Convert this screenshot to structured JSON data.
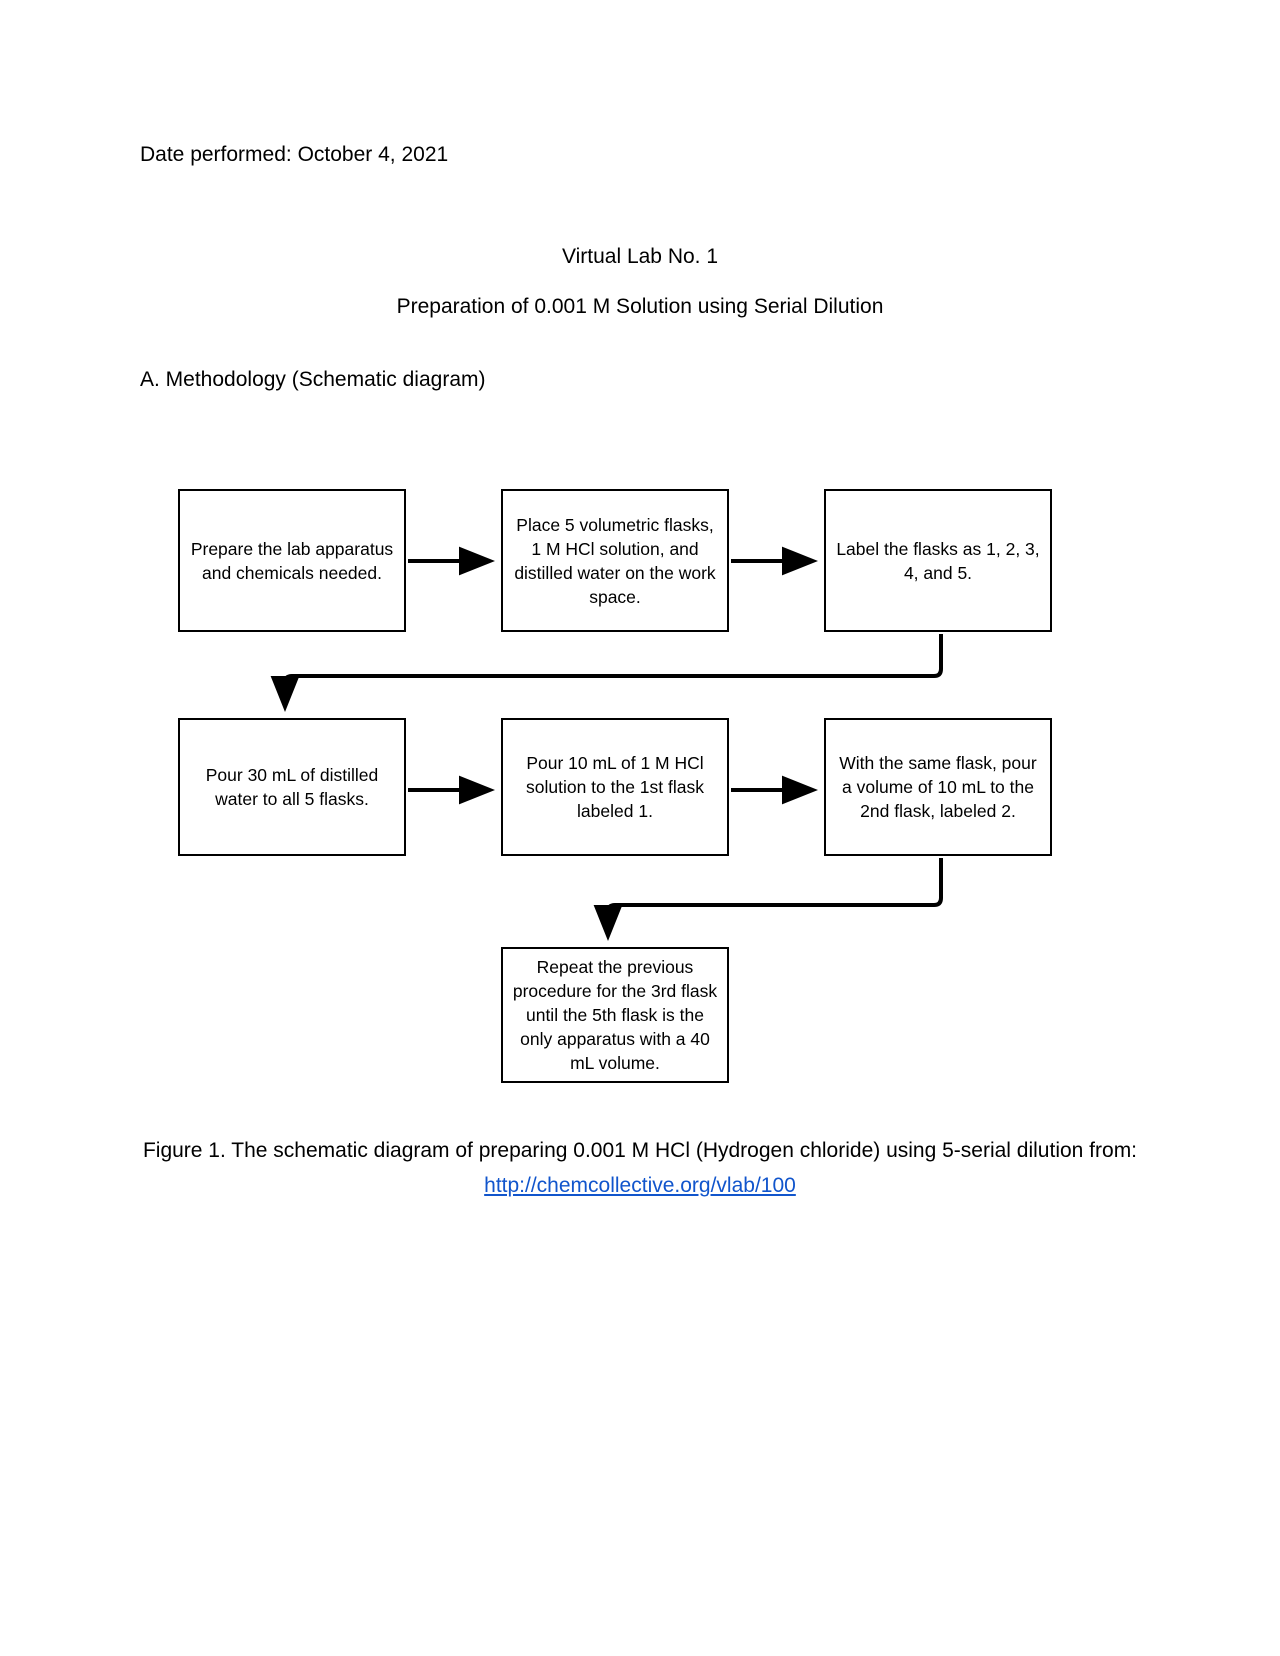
{
  "document": {
    "date_line": "Date performed: October 4, 2021",
    "title_line_1": "Virtual Lab No. 1",
    "title_line_2": "Preparation of 0.001 M Solution using Serial Dilution",
    "section_heading": "A. Methodology (Schematic diagram)"
  },
  "flowchart": {
    "boxes": [
      {
        "id": 1,
        "text": "Prepare the lab apparatus and chemicals needed."
      },
      {
        "id": 2,
        "text": "Place 5 volumetric flasks, 1 M HCl solution, and distilled water on the work space."
      },
      {
        "id": 3,
        "text": "Label the flasks as 1, 2, 3, 4, and 5."
      },
      {
        "id": 4,
        "text": "Pour 30 mL of distilled water to all 5 flasks."
      },
      {
        "id": 5,
        "text": "Pour 10 mL of 1 M HCl solution to the 1st flask labeled 1."
      },
      {
        "id": 6,
        "text": "With the same flask, pour a volume of 10 mL to the 2nd flask, labeled 2."
      },
      {
        "id": 7,
        "text": "Repeat the previous procedure for the 3rd flask until the 5th flask is the only apparatus with a 40 mL volume."
      }
    ],
    "connectors": [
      {
        "name": "arrow-box1-to-box2",
        "type": "straight-right"
      },
      {
        "name": "arrow-box2-to-box3",
        "type": "straight-right"
      },
      {
        "name": "arrow-box3-to-box4",
        "type": "elbow-wrap-down-left"
      },
      {
        "name": "arrow-box4-to-box5",
        "type": "straight-right"
      },
      {
        "name": "arrow-box5-to-box6",
        "type": "straight-right"
      },
      {
        "name": "arrow-box6-to-box7",
        "type": "elbow-wrap-down-left"
      }
    ],
    "stroke_color": "#000000"
  },
  "caption": {
    "prefix": "Figure 1. The schematic diagram of preparing 0.001 M HCl (Hydrogen chloride) using 5-serial dilution from: ",
    "link_text": "http://chemcollective.org/vlab/100",
    "link_color": "#1155cc"
  }
}
